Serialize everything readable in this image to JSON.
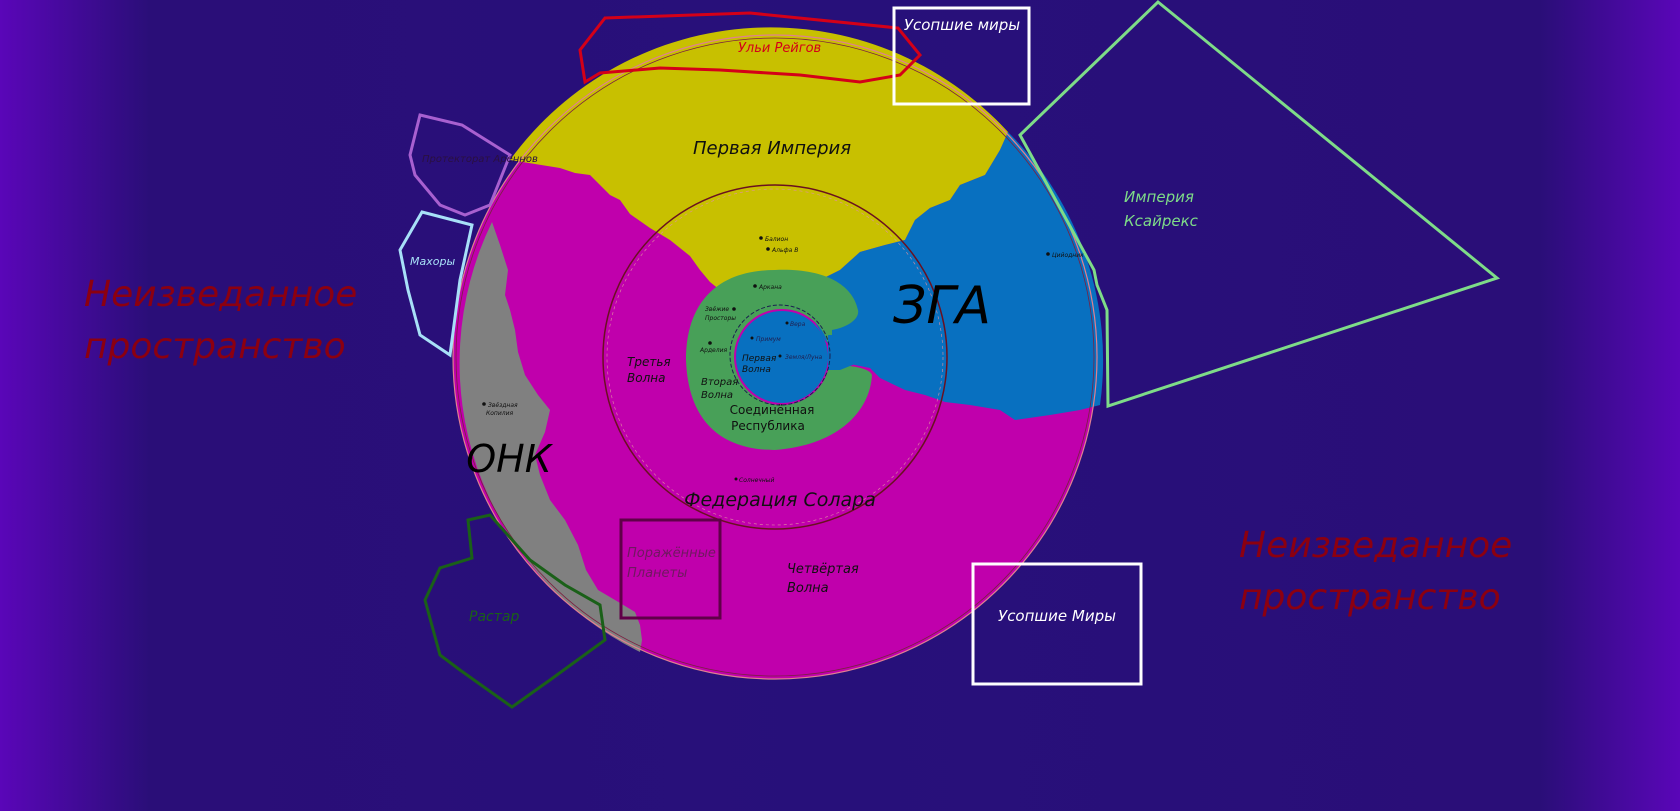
{
  "regions": {
    "first_empire": "Первая Империя",
    "zga": "ЗГА",
    "onk": "ОНК",
    "solar_federation": "Федерация Солара",
    "united_republic_line1": "Соединённая",
    "united_republic_line2": "Республика"
  },
  "waves": {
    "first_line1": "Первая",
    "first_line2": "Волна",
    "second_line1": "Вторая",
    "second_line2": "Волна",
    "third_line1": "Третья",
    "third_line2": "Волна",
    "fourth_line1": "Четвёртая",
    "fourth_line2": "Волна"
  },
  "outer": {
    "reig_hives": "Ульи Рейгов",
    "dead_worlds_top": "Усопшие миры",
    "dead_worlds_bottom": "Усопшие Миры",
    "ksairex_line1": "Империя",
    "ksairex_line2": "Ксайрекс",
    "protectorate": "Протекторат Ареннов",
    "makhory": "Махоры",
    "rastar": "Растар",
    "stricken_line1": "Поражённые",
    "stricken_line2": "Планеты",
    "unexplored_left_line1": "Неизведанное",
    "unexplored_left_line2": "пространство",
    "unexplored_right_line1": "Неизведанное",
    "unexplored_right_line2": "пространство"
  },
  "planets": {
    "balion": "Балион",
    "alpha_b": "Альфа В",
    "arkana": "Аркана",
    "zvezhie_line1": "Звёжие",
    "zvezhie_line2": "Просторы",
    "ardeziya": "Арделия",
    "primum": "Примум",
    "vera": "Вера",
    "zemlya": "Земля/Луна",
    "ziodnik": "Цийодник",
    "zvezdnaya_line1": "Звёздная",
    "zvezdnaya_line2": "Копилия",
    "solstice": "Солнечный"
  },
  "colors": {
    "background": "#27107a",
    "first_empire": "#c8c000",
    "solar_federation": "#c000ac",
    "zga": "#0870c0",
    "united_republic": "#48a058",
    "onk": "#808080",
    "unexplored_text": "#8c0010",
    "ksairex": "#7edc88",
    "reig": "#d40018",
    "protectorate": "#a860d0",
    "makhory": "#a8e0f8",
    "rastar": "#1a6018",
    "dead_worlds": "#ffffff",
    "stricken": "#600048"
  }
}
